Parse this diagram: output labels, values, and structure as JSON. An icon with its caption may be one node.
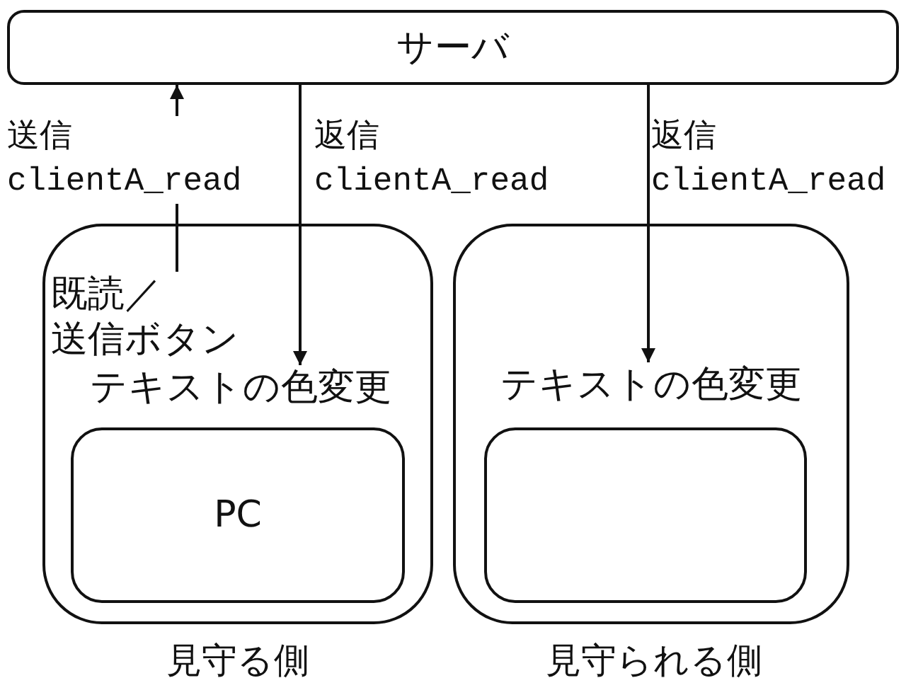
{
  "diagram": {
    "nodes": [
      {
        "text": [
          "サーバ"
        ]
      },
      {
        "text": [],
        "shape": "box",
        "beside": [
          "見守る側"
        ]
      },
      {
        "text": [
          "既読／送信ボタン"
        ],
        "in": 1
      },
      {
        "text": [
          "テキストの色変更"
        ],
        "in": 1
      },
      {
        "text": [
          "PC"
        ],
        "in": 1
      },
      {
        "text": [],
        "shape": "box",
        "beside": [
          "見守られる側"
        ]
      },
      {
        "text": [
          "テキストの色変更"
        ],
        "in": 5
      },
      {
        "text": [],
        "shape": "box",
        "in": 5
      }
    ],
    "edges": [
      {
        "from": 2,
        "to": 0,
        "arrow": "to",
        "label": "送信 clientA_read"
      },
      {
        "from": 0,
        "to": 3,
        "arrow": "to",
        "label": "返信 clientA_read"
      },
      {
        "from": 0,
        "to": 6,
        "arrow": "to",
        "label": "返信 clientA_read"
      }
    ]
  }
}
